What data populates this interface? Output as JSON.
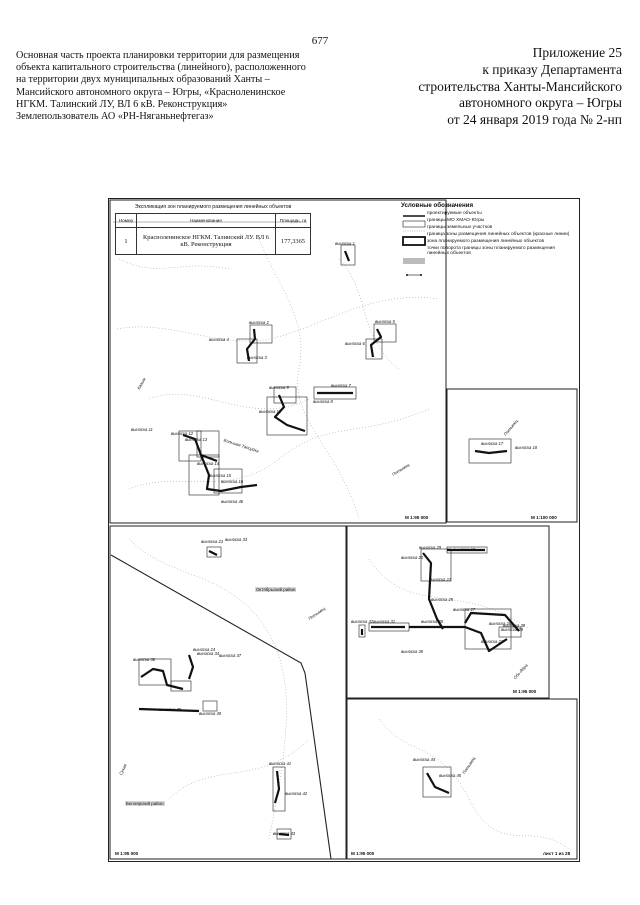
{
  "page_number": "677",
  "header": {
    "left_lines": [
      "Основная часть проекта планировки территории для размещения",
      "объекта капитального строительства (линейного), расположенного",
      "на территории двух муниципальных образований Ханты –",
      "Мансийского автономного округа – Югры, «Красноленинское",
      "НГКМ. Талинский ЛУ, ВЛ 6 кВ. Реконструкция»",
      "Землепользователь АО «РН-Няганьнефтегаз»"
    ],
    "right_lines": [
      "Приложение 25",
      "к приказу Департамента",
      "строительства Ханты-Мансийского",
      "автономного округа – Югры",
      "от 24 января 2019 года № 2-нп"
    ]
  },
  "table": {
    "title": "Экспликация зон планируемого размещения линейных объектов",
    "headers": [
      "Номер",
      "Наименование",
      "Площадь, га"
    ],
    "rows": [
      [
        "1",
        "Красноленинское НГКМ. Талинский ЛУ. ВЛ 6 кВ. Реконструкция",
        "177,3365"
      ]
    ]
  },
  "legend": {
    "title": "Условные обозначения",
    "items": [
      "проектируемые объекты",
      "границы МО ХМАО-Югры",
      "границы земельных участков",
      "граница зоны размещения линейных объектов (красные линии)",
      "зона планируемого размещения линейных объектов",
      "точки поворота границы зоны планируемого размещения линейных объектов"
    ]
  },
  "labels": [
    "выноска 1",
    "выноска 2",
    "выноска 3",
    "выноска 4",
    "выноска 5",
    "выноска 6",
    "выноска 7",
    "выноска 8",
    "выноска 9",
    "выноска 10",
    "выноска 11",
    "выноска 12",
    "выноска 13",
    "выноска 14",
    "выноска 15",
    "выноска 16",
    "выноска 17",
    "выноска 18",
    "выноска 19",
    "выноска 20",
    "выноска 21",
    "выноска 22",
    "выноска 23",
    "выноска 24",
    "выноска 25",
    "выноска 26",
    "выноска 27",
    "выноска 28",
    "выноска 29",
    "выноска 30",
    "выноска 31",
    "выноска 32",
    "выноска 33",
    "выноска 34",
    "выноска 35",
    "выноска 36",
    "выноска 37",
    "выноска 38",
    "выноска 39",
    "выноска 40",
    "выноска 41",
    "выноска 42",
    "выноска 43",
    "выноска 44",
    "выноска 45",
    "выноска 46"
  ],
  "rivers": [
    "Казым",
    "Большая Тапсуйка",
    "Потымец",
    "Потымец",
    "Потымец",
    "Обь-Ядра",
    "Сухая",
    "Потымец"
  ],
  "regions": [
    "Октябрьский район",
    "Белоярский район"
  ],
  "scales": [
    "М 1:95 000",
    "М 1:100 000",
    "М 1:95 000",
    "М 1:95 000",
    "М 1:95 000"
  ],
  "sheet_label": "лист 1 из 28"
}
